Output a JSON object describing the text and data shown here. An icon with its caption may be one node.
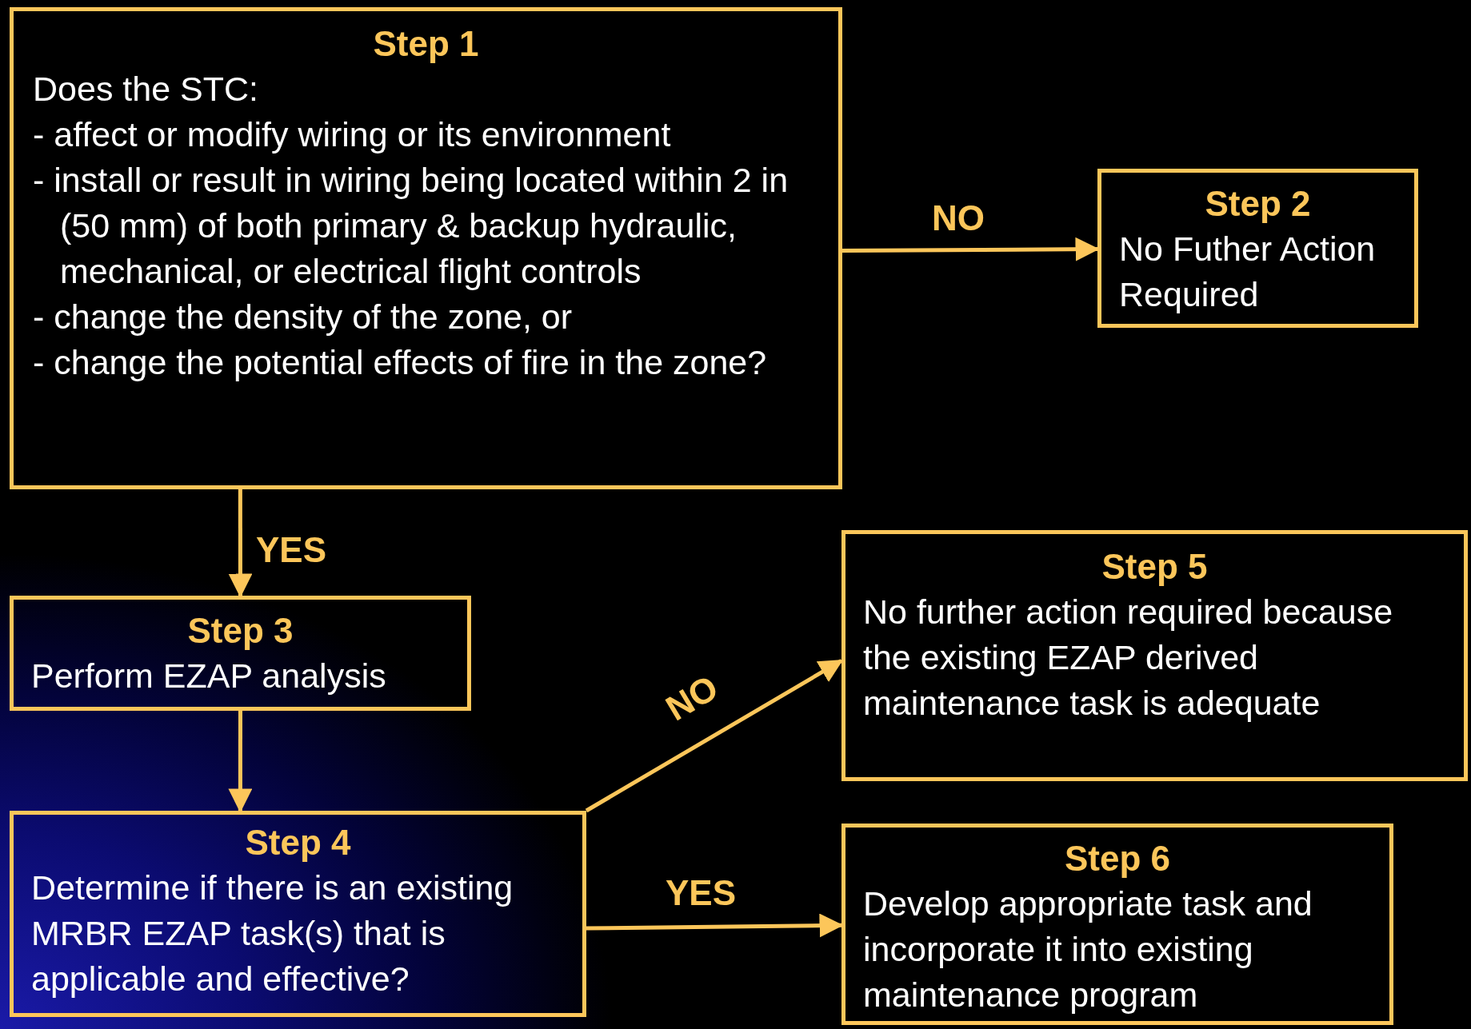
{
  "diagram": {
    "nodes": [
      {
        "text": [
          "Step 1",
          "Does the STC:",
          "- affect or modify wiring or its environment",
          "- install or result in wiring being located within 2 in (50 mm) of both primary & backup hydraulic, mechanical, or electrical flight controls",
          "- change the density of the zone, or",
          "- change the potential effects of fire in the zone?"
        ]
      },
      {
        "text": [
          "Step 2",
          "No Futher Action Required"
        ]
      },
      {
        "text": [
          "Step 3",
          "Perform EZAP analysis"
        ]
      },
      {
        "text": [
          "Step 4",
          "Determine if there is an existing MRBR  EZAP task(s) that is applicable and effective?"
        ]
      },
      {
        "text": [
          "Step 5",
          "No further action required because the existing EZAP derived maintenance task is adequate"
        ]
      },
      {
        "text": [
          "Step 6",
          "Develop appropriate task and incorporate it into existing maintenance program"
        ]
      }
    ],
    "edges": [
      {
        "from": 0,
        "to": 1,
        "arrow": "to",
        "label": "NO"
      },
      {
        "from": 0,
        "to": 2,
        "arrow": "to",
        "label": "YES"
      },
      {
        "from": 2,
        "to": 3,
        "arrow": "to"
      },
      {
        "from": 3,
        "to": 4,
        "arrow": "to",
        "label": "NO"
      },
      {
        "from": 3,
        "to": 5,
        "arrow": "to",
        "label": "YES"
      }
    ]
  }
}
